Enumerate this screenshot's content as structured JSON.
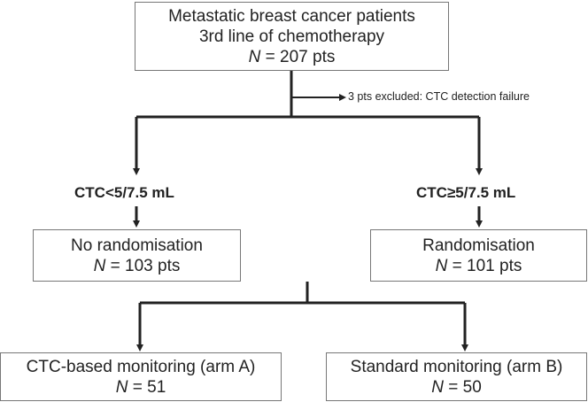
{
  "top_box": {
    "line1": "Metastatic breast cancer patients",
    "line2": "3rd line of chemotherapy",
    "n_symbol": "N",
    "n_value": " = 207 pts"
  },
  "exclusion_note": "3 pts excluded: CTC detection failure",
  "left_branch": {
    "criterion": "CTC<5/7.5 mL",
    "box_title": "No randomisation",
    "n_symbol": "N",
    "n_value": " = 103 pts"
  },
  "right_branch": {
    "criterion": "CTC≥5/7.5 mL",
    "box_title": "Randomisation",
    "n_symbol": "N",
    "n_value": " = 101 pts"
  },
  "arm_a": {
    "box_title": "CTC-based monitoring (arm A)",
    "n_symbol": "N",
    "n_value": " = 51"
  },
  "arm_b": {
    "box_title": "Standard monitoring (arm B)",
    "n_symbol": "N",
    "n_value": " = 50"
  }
}
